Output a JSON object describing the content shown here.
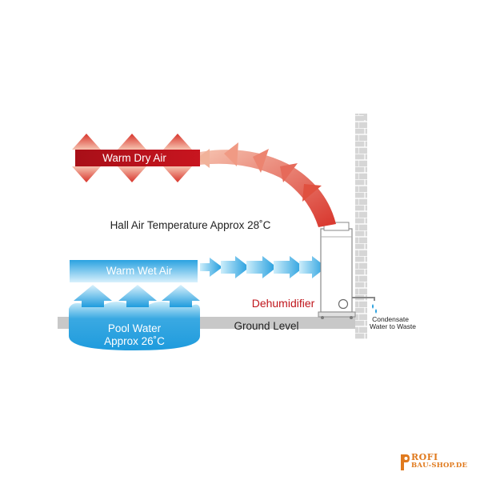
{
  "labels": {
    "warm_dry_air": "Warm Dry Air",
    "hall_air_temp": "Hall Air Temperature Approx 28˚C",
    "warm_wet_air": "Warm Wet Air",
    "dehumidifier": "Dehumidifier",
    "pool_water_line1": "Pool Water",
    "pool_water_line2": "Approx 26˚C",
    "ground_level": "Ground Level",
    "condensate_line1": "Condensate",
    "condensate_line2": "Water to Waste"
  },
  "logo": {
    "line1": "ROFI",
    "line2": "BAU-SHOP.DE"
  },
  "colors": {
    "warm_red": "#c8151f",
    "warm_light": "#f3b9a4",
    "cool_blue": "#1e9bdd",
    "cool_light": "#bfe6f8",
    "ground": "#c8c8c8",
    "wall": "#d2d2d2",
    "dehumidifier_text": "#c0161c",
    "logo_orange": "#e07a1e"
  }
}
